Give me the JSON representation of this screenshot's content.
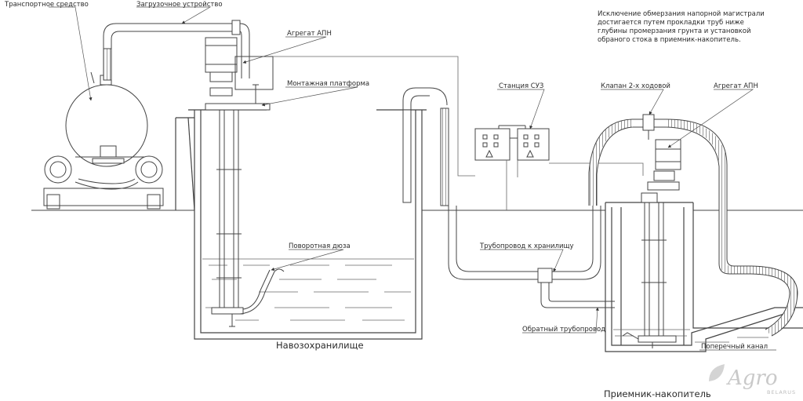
{
  "labels": {
    "transport": "Транспортное средство",
    "loader": "Загрузочное устройство",
    "apn_left": "Агрегат АПН",
    "platform": "Монтажная платформа",
    "nozzle": "Поворотная дюза",
    "station": "Станция СУЗ",
    "valve": "Клапан 2-х ходовой",
    "apn_right": "Агрегат АПН",
    "pipe_to_storage": "Трубопровод к хранилищу",
    "return_pipe": "Обратный трубопровод",
    "channel": "Поперечный канал"
  },
  "note": [
    "Исключение обмерзания напорной магистрали",
    "достигается путем прокладки труб ниже",
    "глубины промерзания грунта и установкой",
    "обраного стока в приемник-накопитель."
  ],
  "captions": {
    "storage": "Навозохранилище",
    "receiver": "Приемник-накопитель"
  },
  "watermark": {
    "brand": "Agro",
    "country": "BELARUS"
  }
}
